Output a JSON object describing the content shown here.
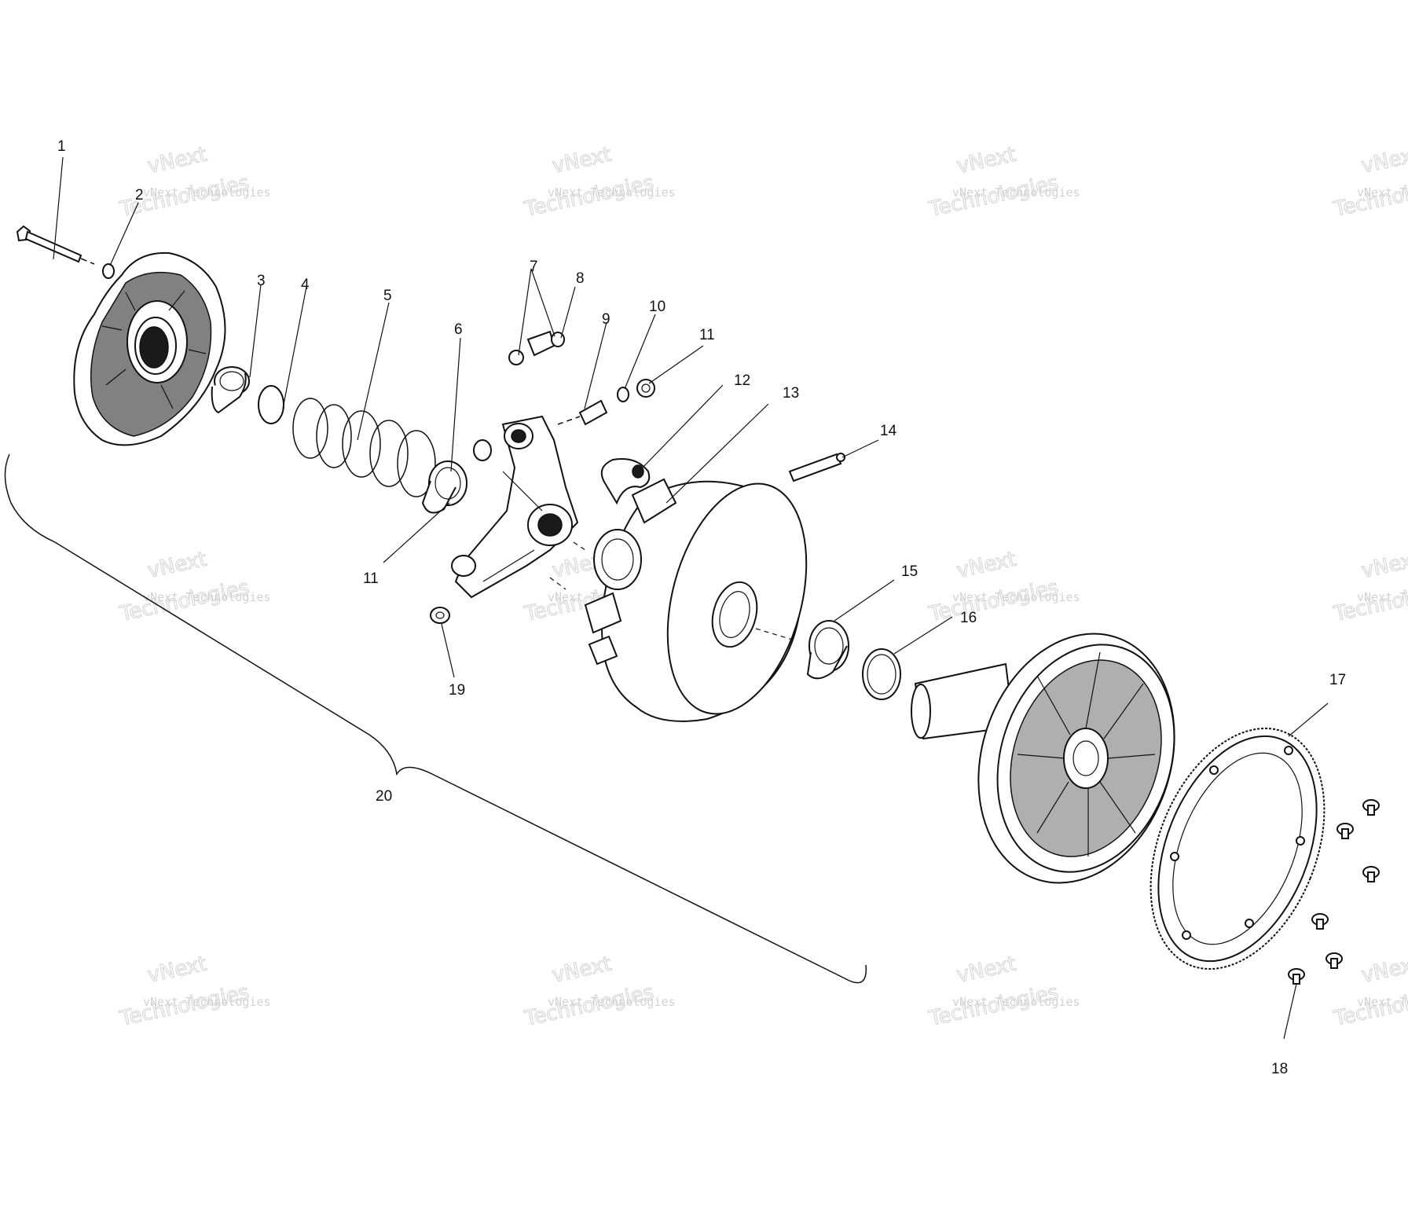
{
  "callouts": [
    "1",
    "2",
    "3",
    "4",
    "5",
    "6",
    "7",
    "8",
    "9",
    "10",
    "11",
    "11",
    "12",
    "13",
    "14",
    "15",
    "16",
    "17",
    "18",
    "19",
    "20"
  ],
  "watermark": {
    "line1": "vNext",
    "line2": "vNext Technologies",
    "line3": "Technologies"
  }
}
